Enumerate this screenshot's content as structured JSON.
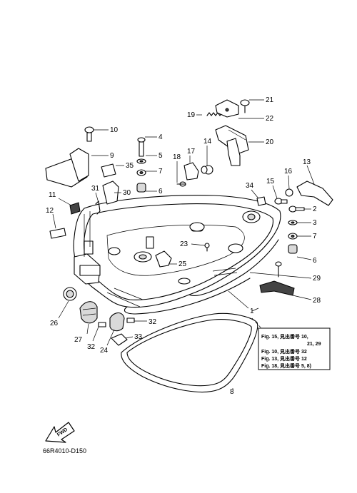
{
  "diagram": {
    "part_numbers": [
      "1",
      "2",
      "3",
      "4",
      "5",
      "6",
      "7",
      "8",
      "9",
      "10",
      "11",
      "12",
      "13",
      "14",
      "15",
      "16",
      "17",
      "18",
      "19",
      "20",
      "21",
      "22",
      "23",
      "24",
      "25",
      "26",
      "27",
      "28",
      "29",
      "30",
      "31",
      "32",
      "33",
      "34",
      "35"
    ],
    "labels": {
      "n21": "21",
      "n19": "19",
      "n22": "22",
      "n10": "10",
      "n4": "4",
      "n20": "20",
      "n9": "9",
      "n17": "17",
      "n14": "14",
      "n13": "13",
      "n5": "5",
      "n18": "18",
      "n35": "35",
      "n7a": "7",
      "n16": "16",
      "n15": "15",
      "n6a": "6",
      "n31": "31",
      "n30": "30",
      "n34": "34",
      "n11": "11",
      "n2": "2",
      "n12": "12",
      "n3": "3",
      "n7b": "7",
      "n23": "23",
      "n6b": "6",
      "n25": "25",
      "n29": "29",
      "n28": "28",
      "n1": "1",
      "n26": "26",
      "n32a": "32",
      "n27": "27",
      "n32b": "32",
      "n24": "24",
      "n33": "33",
      "n8": "8"
    },
    "reference_box": {
      "lines": [
        "Fig. 15, 見出番号 10,",
        "21, 29",
        "Fig. 10, 見出番号 32",
        "Fig. 13, 見出番号 12",
        "Fig. 18, 見出番号 5, 8)"
      ]
    },
    "forward_arrow": {
      "label": "FWD"
    },
    "diagram_code": "66R4010-D150"
  }
}
